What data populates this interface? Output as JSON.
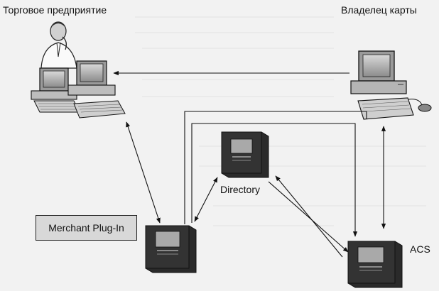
{
  "nodes": {
    "merchant": {
      "label": "Торговое предприятие"
    },
    "cardholder": {
      "label": "Владелец карты"
    },
    "directory": {
      "label": "Directory"
    },
    "plugin": {
      "label": "Merchant Plug-In"
    },
    "acs": {
      "label": "ACS"
    }
  },
  "connections": [
    {
      "from": "cardholder",
      "to": "merchant",
      "type": "single-arrow"
    },
    {
      "from": "merchant",
      "to": "plugin-server",
      "type": "double-arrow"
    },
    {
      "from": "plugin-server",
      "to": "directory",
      "type": "double-arrow"
    },
    {
      "from": "directory",
      "to": "acs",
      "type": "double-arrow-parallel"
    },
    {
      "from": "cardholder",
      "to": "acs",
      "type": "double-arrow"
    },
    {
      "from": "plugin-server",
      "to": "cardholder",
      "type": "line"
    },
    {
      "from": "plugin-server",
      "to": "acs",
      "type": "single-arrow"
    }
  ]
}
